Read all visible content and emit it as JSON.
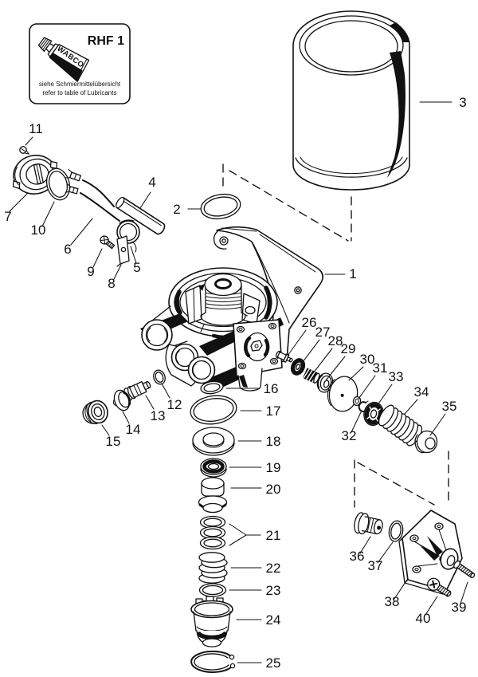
{
  "colors": {
    "line": "#111111",
    "background": "#ffffff",
    "shading": "#111111"
  },
  "legend_box": {
    "code": "RHF 1",
    "tube_label": "WABCO",
    "note_line1": "siehe Schmiermittelübersicht",
    "note_line2": "refer to table of Lubricants"
  },
  "callouts": [
    {
      "label": "1"
    },
    {
      "label": "2"
    },
    {
      "label": "3"
    },
    {
      "label": "4"
    },
    {
      "label": "5"
    },
    {
      "label": "6"
    },
    {
      "label": "7"
    },
    {
      "label": "8"
    },
    {
      "label": "9"
    },
    {
      "label": "10"
    },
    {
      "label": "11"
    },
    {
      "label": "12"
    },
    {
      "label": "13"
    },
    {
      "label": "14"
    },
    {
      "label": "15"
    },
    {
      "label": "16"
    },
    {
      "label": "17"
    },
    {
      "label": "18"
    },
    {
      "label": "19"
    },
    {
      "label": "20"
    },
    {
      "label": "21"
    },
    {
      "label": "22"
    },
    {
      "label": "23"
    },
    {
      "label": "24"
    },
    {
      "label": "25"
    },
    {
      "label": "26"
    },
    {
      "label": "27"
    },
    {
      "label": "28"
    },
    {
      "label": "29"
    },
    {
      "label": "30"
    },
    {
      "label": "31"
    },
    {
      "label": "32"
    },
    {
      "label": "33"
    },
    {
      "label": "34"
    },
    {
      "label": "35"
    },
    {
      "label": "36"
    },
    {
      "label": "37"
    },
    {
      "label": "38"
    },
    {
      "label": "39"
    },
    {
      "label": "40"
    }
  ]
}
